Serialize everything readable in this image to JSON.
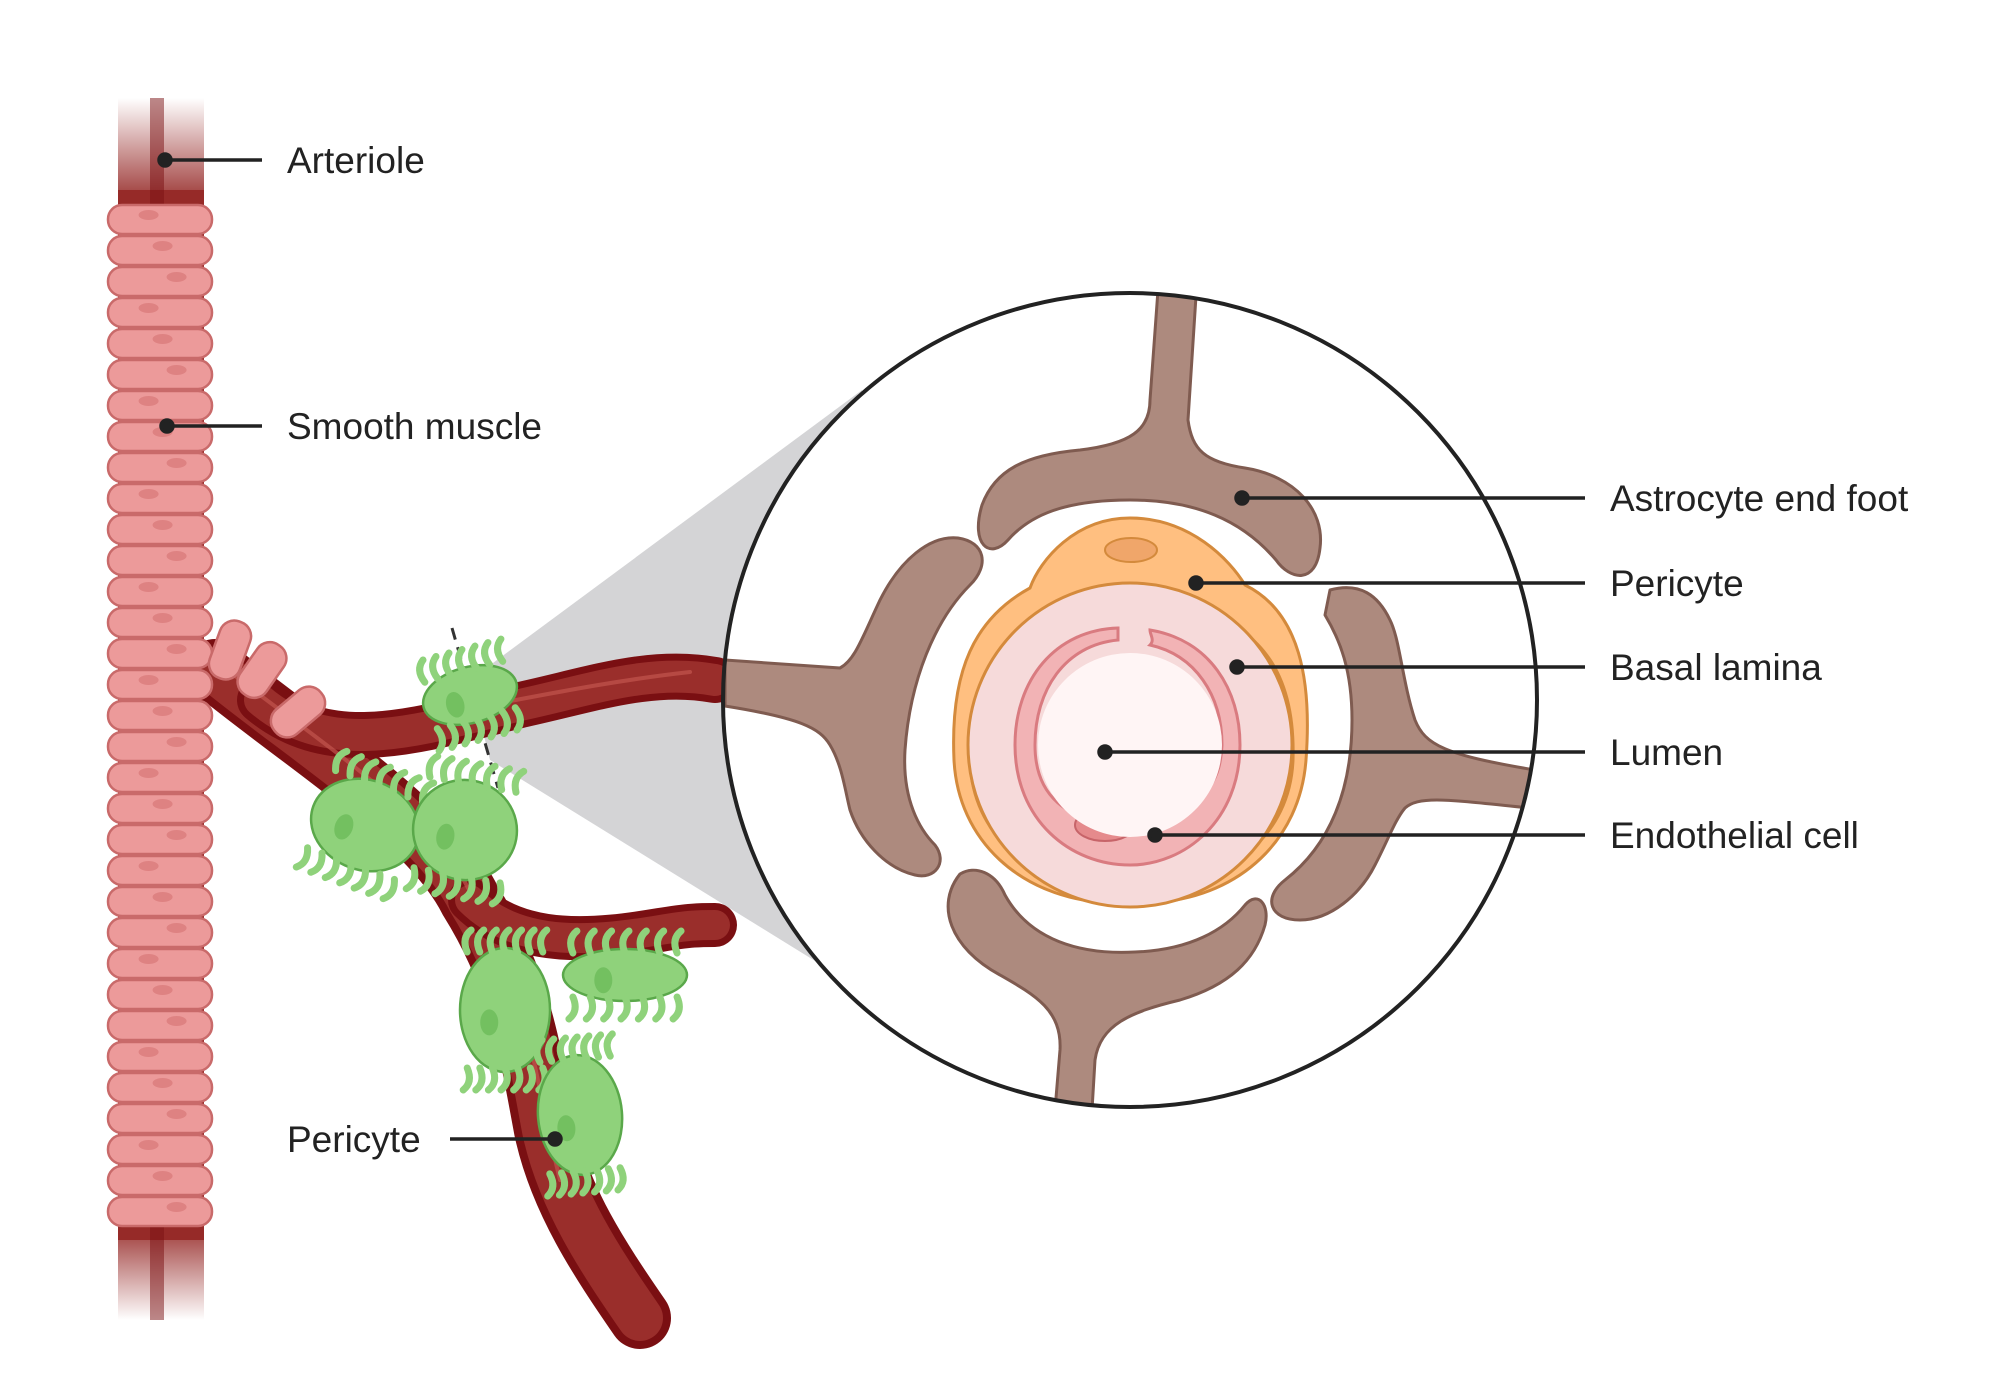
{
  "labels": {
    "arteriole": "Arteriole",
    "smooth_muscle": "Smooth muscle",
    "pericyte_left": "Pericyte",
    "astrocyte_end_foot": "Astrocyte end foot",
    "pericyte_right": "Pericyte",
    "basal_lamina": "Basal lamina",
    "lumen": "Lumen",
    "endothelial_cell": "Endothelial cell"
  },
  "colors": {
    "vessel_dark": "#7a0f12",
    "vessel": "#962a28",
    "smooth_muscle": "#ec9a9a",
    "smooth_muscle_edge": "#c96a6a",
    "pericyte": "#8fd27b",
    "pericyte_edge": "#5aa84a",
    "astrocyte": "#ad8a7e",
    "astrocyte_edge": "#7f5b50",
    "pericyte_ring": "#ffbf80",
    "pericyte_ring_edge": "#d48a3c",
    "basal_lamina": "#f6dada",
    "endothelial": "#f2b3b5",
    "lumen": "#fff5f5",
    "magnifier_shade": "#d4d4d6"
  }
}
